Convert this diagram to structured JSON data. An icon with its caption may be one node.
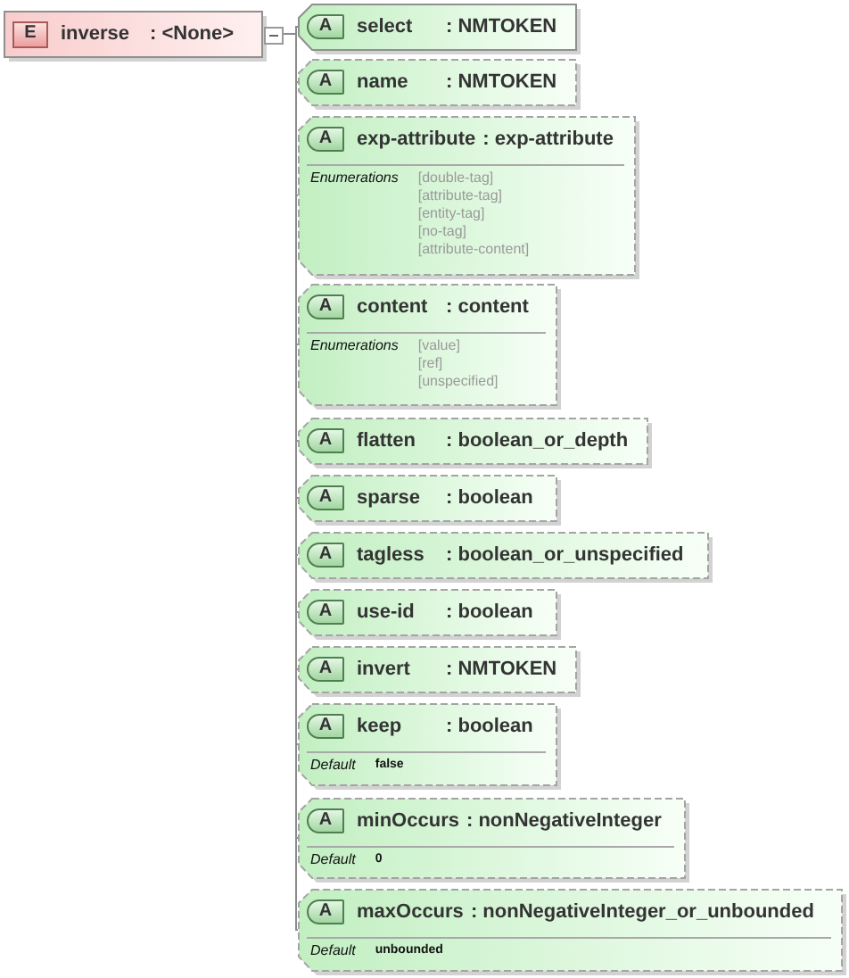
{
  "diagram": {
    "nodes": [
      {
        "text": [
          "E",
          "inverse",
          ": <None>"
        ]
      },
      {
        "text": [
          "A",
          "select",
          ": NMTOKEN"
        ]
      },
      {
        "text": [
          "A",
          "name",
          ": NMTOKEN"
        ]
      },
      {
        "text": [
          "A",
          "exp-attribute",
          ": exp-attribute",
          "Enumerations",
          "[double-tag]",
          "[attribute-tag]",
          "[entity-tag]",
          "[no-tag]",
          "[attribute-content]"
        ]
      },
      {
        "text": [
          "A",
          "content",
          ": content",
          "Enumerations",
          "[value]",
          "[ref]",
          "[unspecified]"
        ]
      },
      {
        "text": [
          "A",
          "flatten",
          ": boolean_or_depth"
        ]
      },
      {
        "text": [
          "A",
          "sparse",
          ": boolean"
        ]
      },
      {
        "text": [
          "A",
          "tagless",
          ": boolean_or_unspecified"
        ]
      },
      {
        "text": [
          "A",
          "use-id",
          ": boolean"
        ]
      },
      {
        "text": [
          "A",
          "invert",
          ": NMTOKEN"
        ]
      },
      {
        "text": [
          "A",
          "keep",
          ": boolean",
          "Default",
          "false"
        ]
      },
      {
        "text": [
          "A",
          "minOccurs",
          ": nonNegativeInteger",
          "Default",
          "0"
        ]
      },
      {
        "text": [
          "A",
          "maxOccurs",
          ": nonNegativeInteger_or_unbounded",
          "Default",
          "unbounded"
        ]
      }
    ],
    "edges": [
      {
        "from": 0,
        "to": 1,
        "arrow": "none"
      },
      {
        "from": 0,
        "to": 2,
        "arrow": "none"
      },
      {
        "from": 0,
        "to": 3,
        "arrow": "none"
      },
      {
        "from": 0,
        "to": 4,
        "arrow": "none"
      },
      {
        "from": 0,
        "to": 5,
        "arrow": "none"
      },
      {
        "from": 0,
        "to": 6,
        "arrow": "none"
      },
      {
        "from": 0,
        "to": 7,
        "arrow": "none"
      },
      {
        "from": 0,
        "to": 8,
        "arrow": "none"
      },
      {
        "from": 0,
        "to": 9,
        "arrow": "none"
      },
      {
        "from": 0,
        "to": 10,
        "arrow": "none"
      },
      {
        "from": 0,
        "to": 11,
        "arrow": "none"
      },
      {
        "from": 0,
        "to": 12,
        "arrow": "none"
      }
    ]
  }
}
